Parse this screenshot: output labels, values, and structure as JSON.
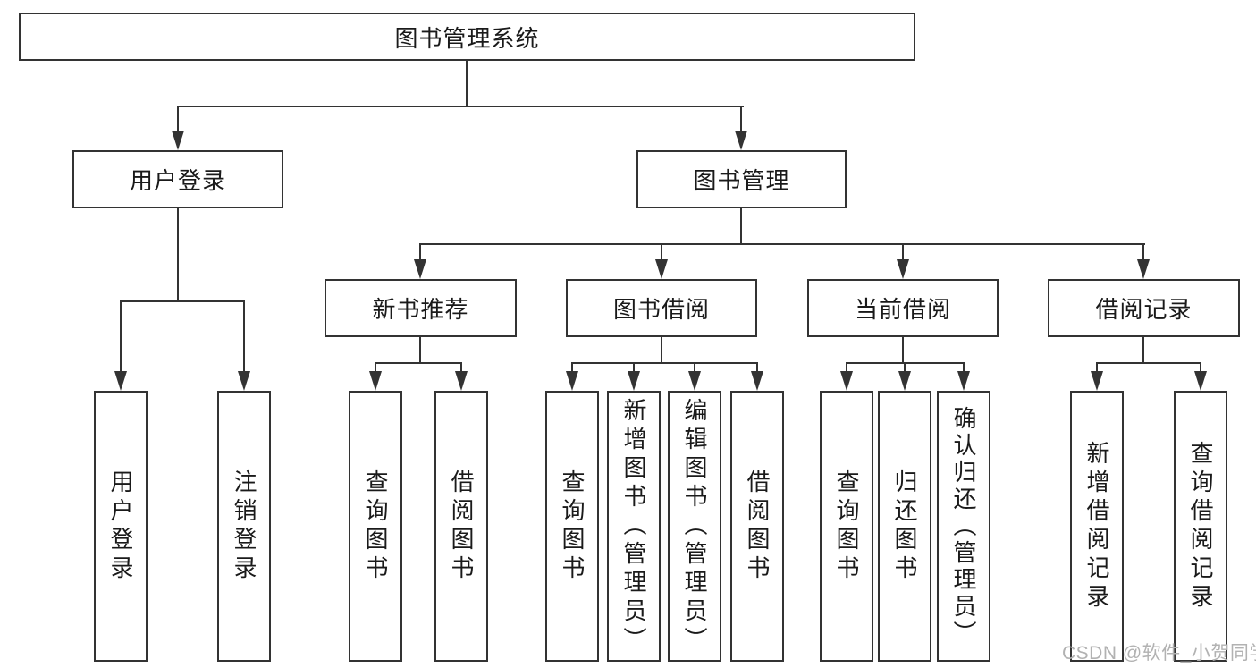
{
  "diagram": {
    "title": "图书管理系统",
    "level2": {
      "user_login": "用户登录",
      "book_management": "图书管理"
    },
    "level3": {
      "new_book_recommendation": "新书推荐",
      "book_borrowing": "图书借阅",
      "current_borrowing": "当前借阅",
      "borrowing_records": "借阅记录"
    },
    "leaves": {
      "user_login": [
        "用户登录",
        "注销登录"
      ],
      "new_book_recommendation": [
        "查询图书",
        "借阅图书"
      ],
      "book_borrowing": [
        "查询图书",
        "新增图书（管理员）",
        "编辑图书（管理员）",
        "借阅图书"
      ],
      "current_borrowing": [
        "查询图书",
        "归还图书",
        "确认归还（管理员）"
      ],
      "borrowing_records": [
        "新增借阅记录",
        "查询借阅记录"
      ]
    },
    "watermark": "CSDN @软件_小贺同学",
    "colors": {
      "line": "#333333",
      "text": "#1a1a1a",
      "background": "#ffffff",
      "watermark": "#b2b2b2"
    }
  }
}
